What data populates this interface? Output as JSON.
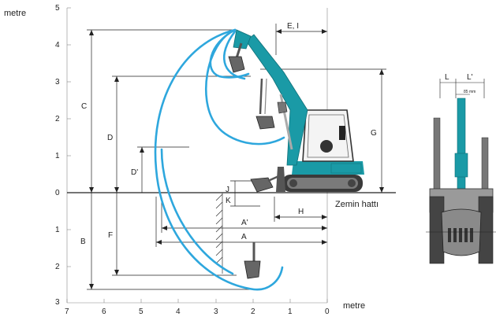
{
  "units": {
    "y_unit": "metre",
    "x_unit": "metre"
  },
  "axes": {
    "y_ticks_up": [
      "5",
      "4",
      "3",
      "2",
      "1",
      "0"
    ],
    "y_ticks_down": [
      "1",
      "2",
      "3"
    ],
    "x_ticks": [
      "7",
      "6",
      "5",
      "4",
      "3",
      "2",
      "1",
      "0"
    ]
  },
  "labels": {
    "ground_line": "Zemin hattı",
    "dim_E_I": "E, I",
    "dim_C": "C",
    "dim_D": "D",
    "dim_D_prime": "D'",
    "dim_G": "G",
    "dim_J": "J",
    "dim_K": "K",
    "dim_H": "H",
    "dim_A_prime": "A'",
    "dim_A": "A",
    "dim_B": "B",
    "dim_F": "F",
    "dim_L": "L",
    "dim_L_prime": "L'",
    "dim_85mm": "85 mm"
  },
  "colors": {
    "accent_teal": "#1a9aa6",
    "arc_blue": "#2ea7dd",
    "line_dark": "#222222",
    "machine_gray": "#555555"
  }
}
